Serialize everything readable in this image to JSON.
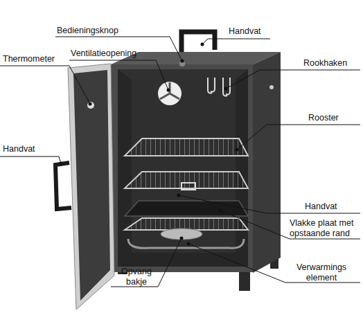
{
  "diagram": {
    "labels": [
      "Bedieningsknop",
      "Handvat",
      "Thermometer",
      "Ventilatieopening",
      "Rookhaken",
      "Rooster",
      "Handvat",
      "Handvat",
      "Vlakke plaat met opstaande rand",
      "Verwarmings element",
      "Opvang bakje"
    ]
  }
}
